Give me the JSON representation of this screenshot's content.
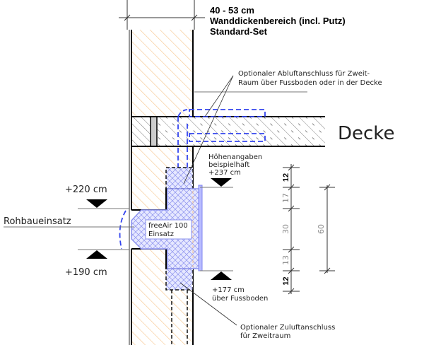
{
  "title": {
    "line1": "40 - 53 cm",
    "line2": "Wanddickenbereich (incl. Putz)",
    "line3": "Standard-Set"
  },
  "labels": {
    "exhaust_note_1": "Optionaler  Abluftanschluss für Zweit-",
    "exhaust_note_2": "Raum über Fussboden oder in der Decke",
    "ceiling": "Decke",
    "heights_1": "Höhenangaben",
    "heights_2": "beispielhaft",
    "heights_3": "+237 cm",
    "level_220": "+220 cm",
    "level_190": "+190 cm",
    "rough_insert": "Rohbaueinsatz",
    "unit_1": "freeAir 100",
    "unit_2": "Einsatz",
    "level_177_1": "+177 cm",
    "level_177_2": "über Fussboden",
    "supply_note_1": "Optionaler Zuluftanschluss",
    "supply_note_2": "für Zweitraum"
  },
  "dimensions": {
    "chain": [
      "12",
      "17",
      "30",
      "13",
      "12"
    ],
    "total": "60"
  },
  "colors": {
    "wall_hatch": "#f6c48a",
    "duct_blue": "#3344ee",
    "unit_fill": "#dfe3ff"
  }
}
